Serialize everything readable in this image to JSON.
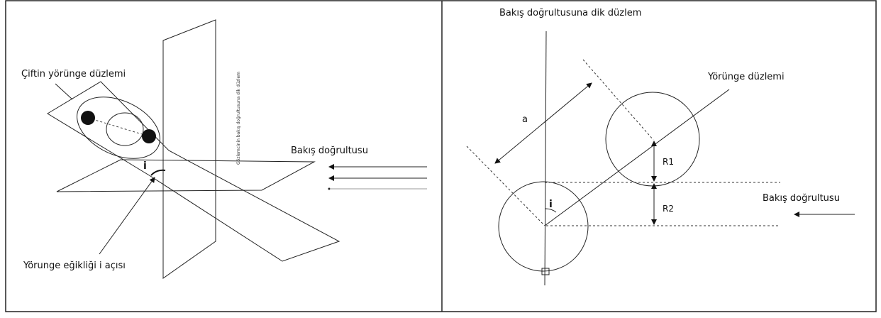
{
  "left_panel": {
    "binary_orbit_plane_label": "Çiftin yörünge düzlemi",
    "sky_plane_tiny_label": "Gözlemcinin bakış doğrultusuna dik düzlem",
    "line_of_sight_label": "Bakış doğrultusu",
    "inclination_symbol": "i",
    "inclination_angle_label": "Yörunge eğikliği i açısı"
  },
  "right_panel": {
    "sky_plane_label": "Bakış doğrultusuna dik düzlem",
    "orbit_plane_label": "Yörünge düzlemi",
    "separation_label": "a",
    "inclination_symbol": "i",
    "r1_label": "R1",
    "r2_label": "R2",
    "line_of_sight_label": "Bakış doğrultusu"
  }
}
